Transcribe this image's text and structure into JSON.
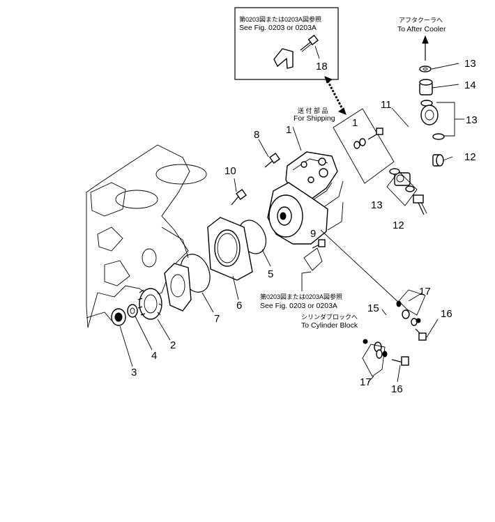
{
  "callouts": [
    {
      "id": "c1a",
      "label": "1"
    },
    {
      "id": "c1b",
      "label": "1"
    },
    {
      "id": "c2",
      "label": "2"
    },
    {
      "id": "c3",
      "label": "3"
    },
    {
      "id": "c4",
      "label": "4"
    },
    {
      "id": "c5",
      "label": "5"
    },
    {
      "id": "c6",
      "label": "6"
    },
    {
      "id": "c7",
      "label": "7"
    },
    {
      "id": "c8",
      "label": "8"
    },
    {
      "id": "c9",
      "label": "9"
    },
    {
      "id": "c10",
      "label": "10"
    },
    {
      "id": "c11",
      "label": "11"
    },
    {
      "id": "c12a",
      "label": "12"
    },
    {
      "id": "c12b",
      "label": "12"
    },
    {
      "id": "c13a",
      "label": "13"
    },
    {
      "id": "c13b",
      "label": "13"
    },
    {
      "id": "c13c",
      "label": "13"
    },
    {
      "id": "c14",
      "label": "14"
    },
    {
      "id": "c15",
      "label": "15"
    },
    {
      "id": "c16a",
      "label": "16"
    },
    {
      "id": "c16b",
      "label": "16"
    },
    {
      "id": "c17a",
      "label": "17"
    },
    {
      "id": "c17b",
      "label": "17"
    },
    {
      "id": "c18",
      "label": "18"
    }
  ],
  "notes": {
    "fig_ref_top_jp": "第0203図または0203A図参照",
    "fig_ref_top_en": "See Fig. 0203 or 0203A",
    "shipping_jp": "送 付 部 品",
    "shipping_en": "For Shipping",
    "after_cooler_jp": "アフタクーラへ",
    "after_cooler_en": "To After Cooler",
    "fig_ref_bottom_jp": "第0203図または0203A図参照",
    "fig_ref_bottom_en": "See Fig. 0203 or 0203A",
    "cyl_block_jp": "シリンダブロックへ",
    "cyl_block_en": "To Cylinder Block"
  }
}
